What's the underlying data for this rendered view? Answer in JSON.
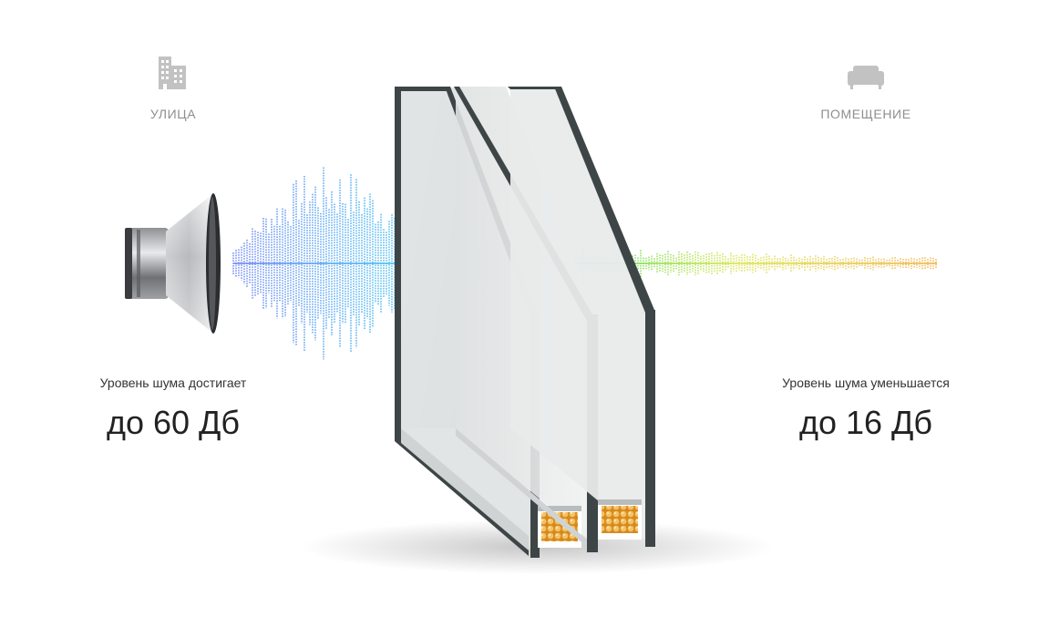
{
  "outside": {
    "label": "УЛИЦА",
    "icon": "building-icon",
    "caption": "Уровень шума достигает",
    "value": "до 60 Дб"
  },
  "inside": {
    "label": "ПОМЕЩЕНИЕ",
    "icon": "sofa-icon",
    "caption": "Уровень шума уменьшается",
    "value": "до 16 Дб"
  },
  "colors": {
    "label_gray": "#8f8f8f",
    "wave_start": "#6a7ff5",
    "wave_mid": "#38c7f0",
    "wave_green": "#7fe04a",
    "wave_end": "#f2b24a",
    "frame": "#3e4547"
  }
}
